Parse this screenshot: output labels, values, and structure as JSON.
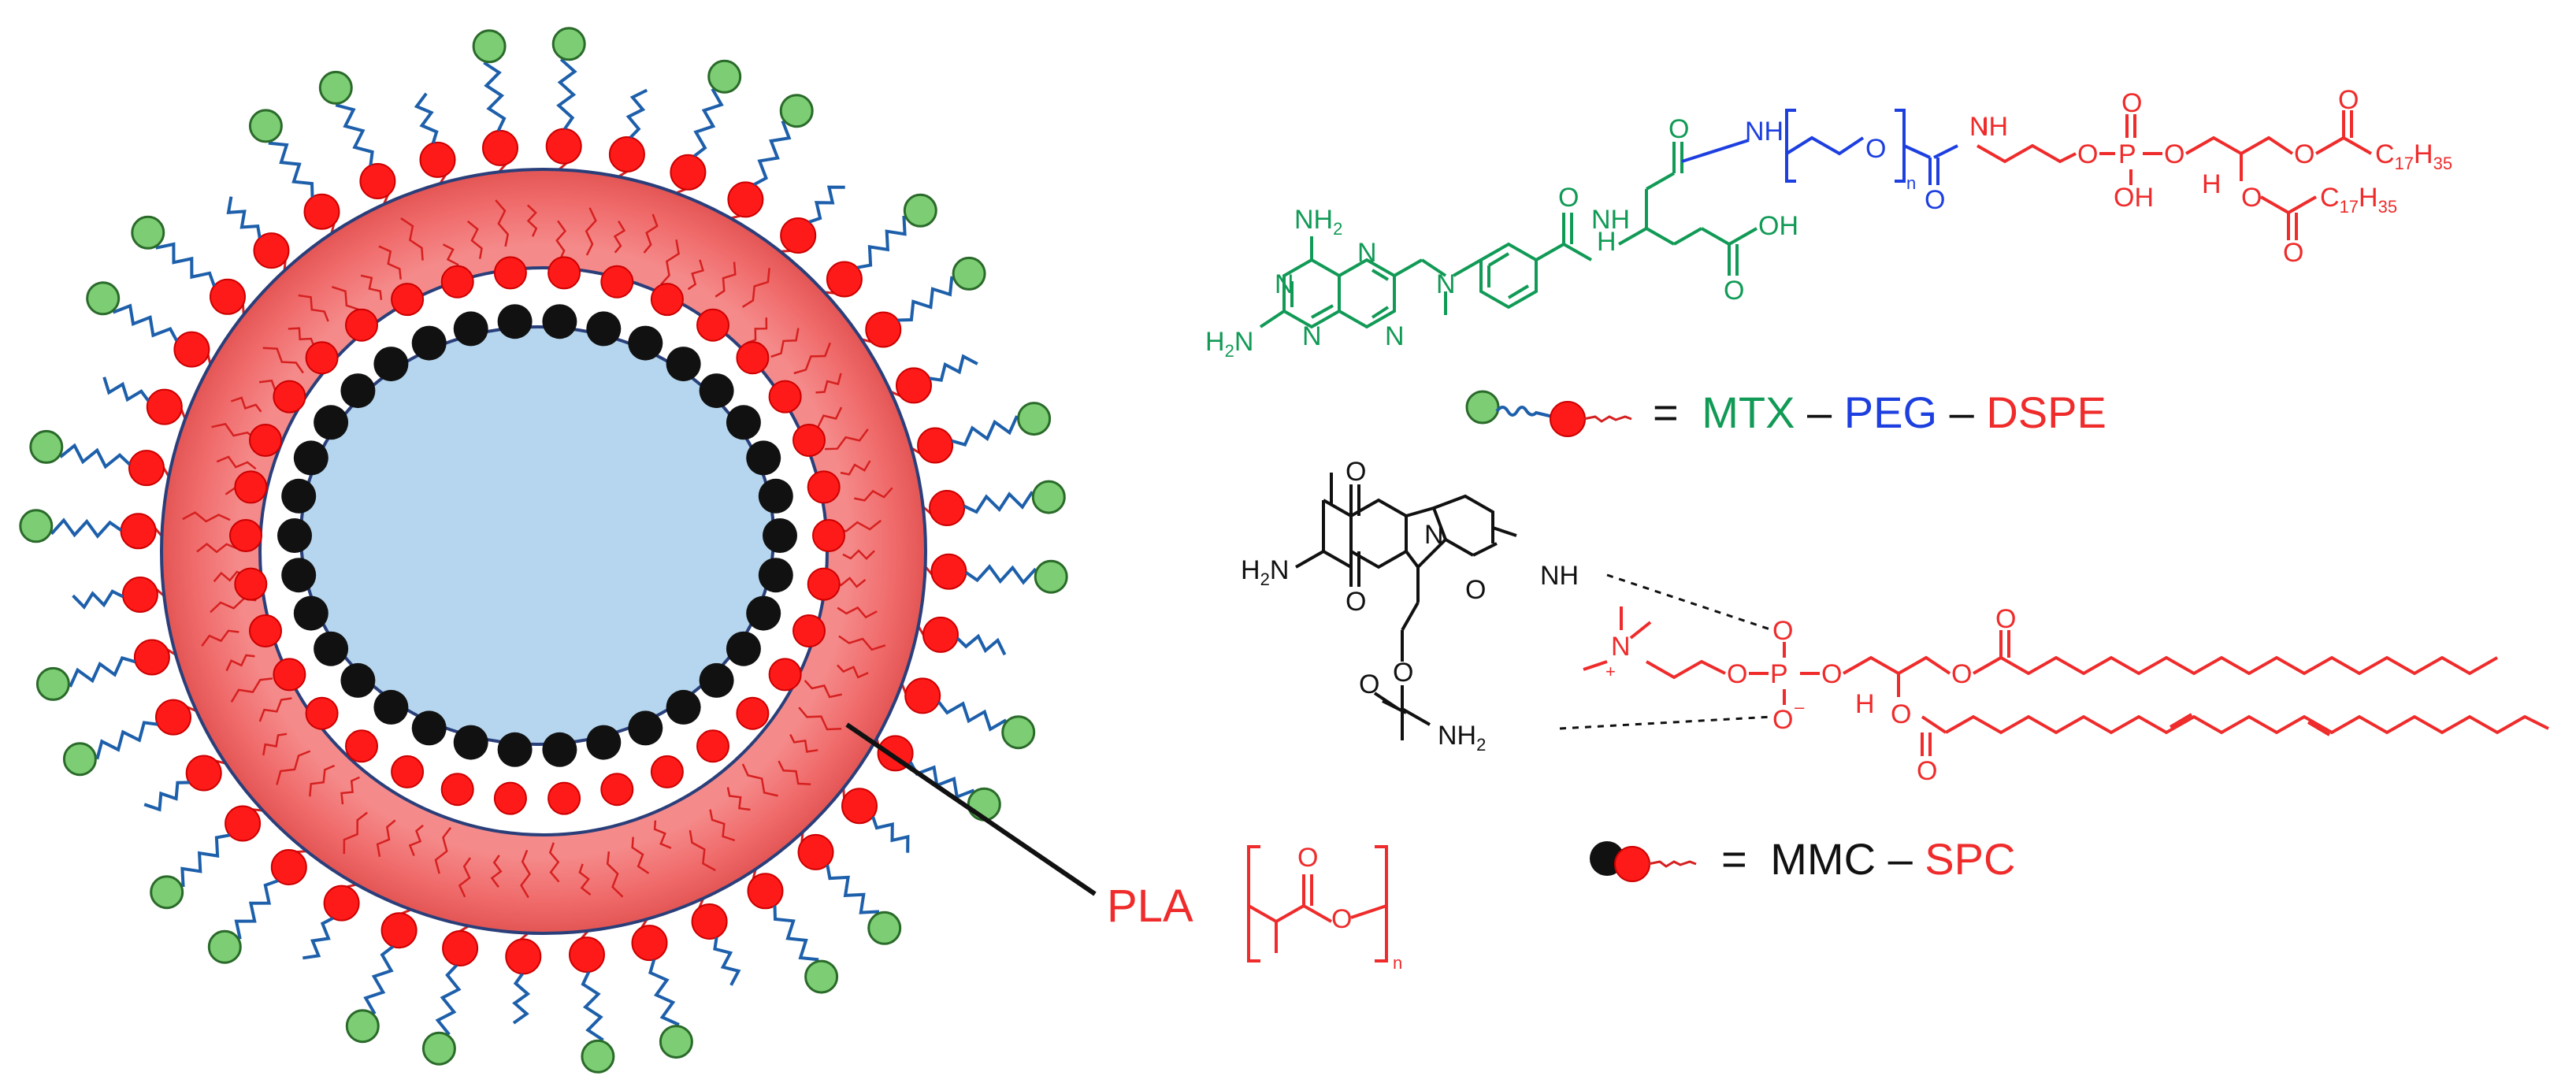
{
  "colors": {
    "mtx": "#119a56",
    "peg": "#1d3fe0",
    "dspe": "#ef2b2b",
    "black": "#111111",
    "shell": "#f06a6a",
    "core": "#b5d6ee",
    "ligand": "#7ccd73",
    "tail_blue": "#1d5faa",
    "tail_red": "#d62020"
  },
  "labels": {
    "pla": "PLA",
    "eq1_equals": "=",
    "eq1_mtx": "MTX",
    "eq1_dash1": "–",
    "eq1_peg": "PEG",
    "eq1_dash2": "–",
    "eq1_dspe": "DSPE",
    "eq2_equals": "=",
    "eq2_mmc": "MMC",
    "eq2_dash": "–",
    "eq2_spc": "SPC"
  },
  "structure_text": {
    "nh2_top": "NH",
    "nh2_top_sub": "2",
    "h2n_left": "H",
    "h2n_left_sub": "2",
    "h2n_left_n": "N",
    "n": "N",
    "nh": "NH",
    "h_amide": "H",
    "o": "O",
    "oh": "OH",
    "p": "P",
    "n_sub": "n",
    "c17h35": "C",
    "c17h35_sub": "17",
    "c17h35_h": "H",
    "c17h35_sub2": "35",
    "h_stereo": "H",
    "mmc_h2n": "H",
    "mmc_h2n_sub": "2",
    "mmc_h2n_n": "N",
    "mmc_nh": "NH",
    "mmc_nh2": "NH",
    "mmc_nh2_sub": "2",
    "plus": "+",
    "minus": "–"
  }
}
